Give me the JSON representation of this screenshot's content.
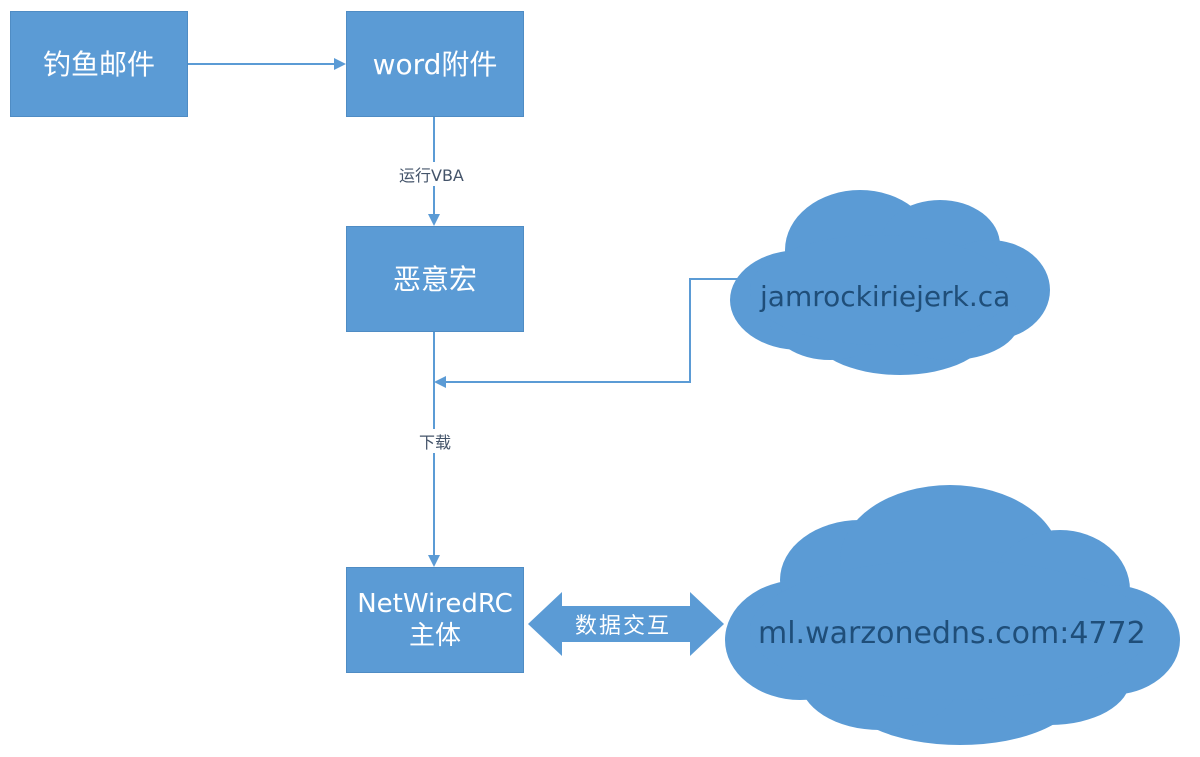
{
  "diagram": {
    "nodes": {
      "phishing_email": "钓鱼邮件",
      "word_attachment": "word附件",
      "malicious_macro": "恶意宏",
      "netwiredrc_line1": "NetWiredRC",
      "netwiredrc_line2": "主体"
    },
    "clouds": {
      "download_host": "jamrockiriejerk.ca",
      "c2_server": "ml.warzonedns.com:4772"
    },
    "edge_labels": {
      "run_vba": "运行VBA",
      "download": "下载",
      "data_exchange": "数据交互"
    },
    "colors": {
      "node_fill": "#5b9bd5",
      "line": "#5b9bd5",
      "cloud_text": "#1f4e79",
      "label_text": "#44546a"
    }
  }
}
